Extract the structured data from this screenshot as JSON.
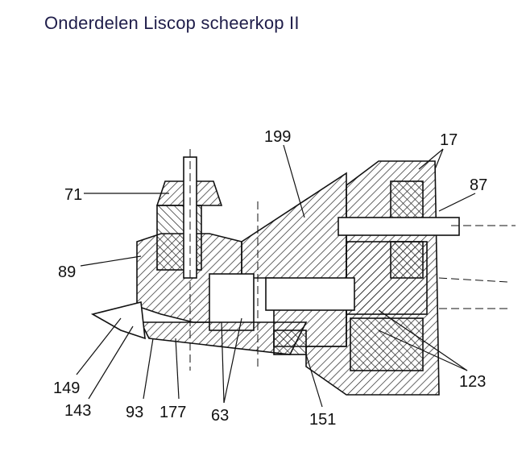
{
  "page": {
    "title": "Onderdelen Liscop scheerkop II"
  },
  "diagram": {
    "labels": [
      "199",
      "17",
      "87",
      "71",
      "89",
      "149",
      "143",
      "93",
      "177",
      "63",
      "151",
      "123"
    ]
  },
  "colors": {
    "title": "#1f1d4a",
    "ink": "#111111"
  }
}
